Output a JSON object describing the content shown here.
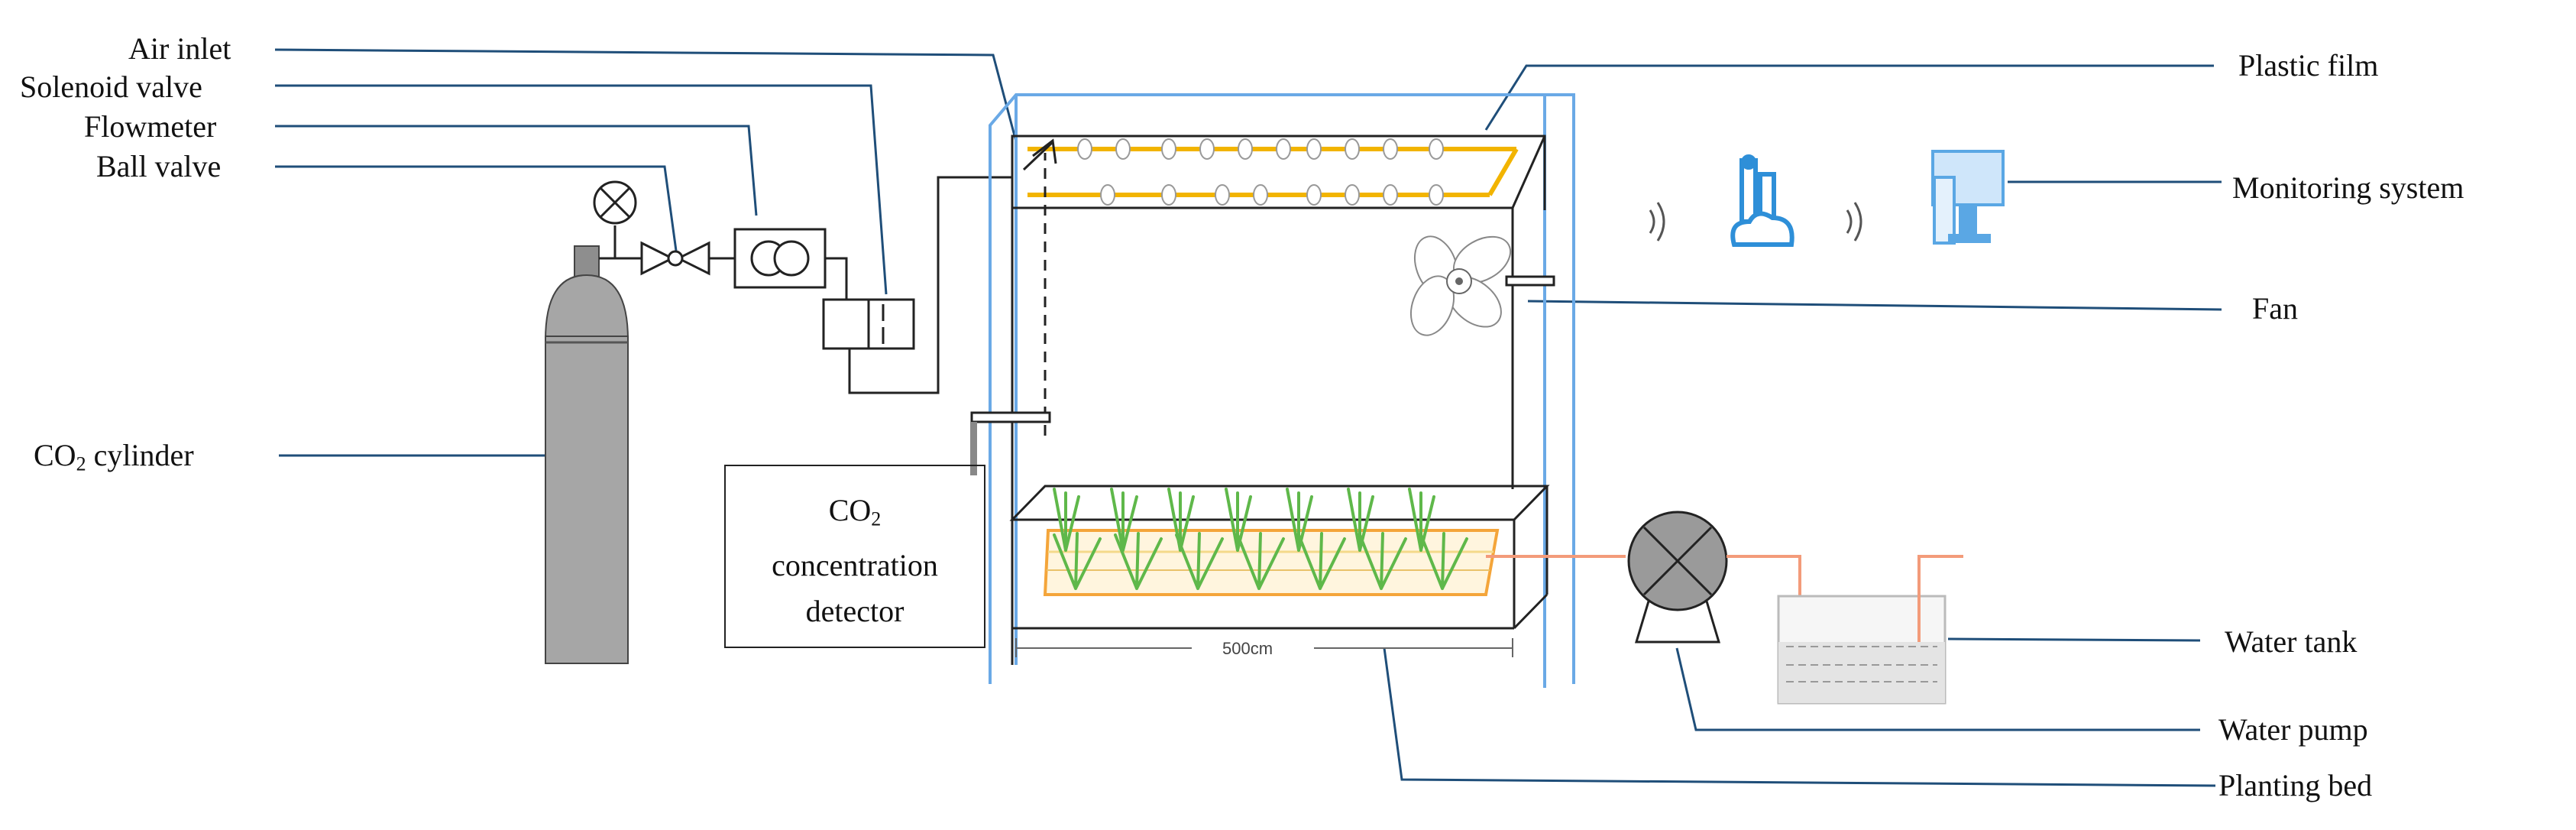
{
  "labels": {
    "air_inlet": "Air inlet",
    "solenoid_valve": "Solenoid valve",
    "flowmeter": "Flowmeter",
    "ball_valve": "Ball valve",
    "co2_cylinder_main": "CO",
    "co2_cylinder_sub": "2",
    "co2_cylinder_rest": " cylinder",
    "plastic_film": "Plastic film",
    "monitoring_system": "Monitoring system",
    "fan": "Fan",
    "water_tank": "Water tank",
    "water_pump": "Water pump",
    "planting_bed": "Planting bed"
  },
  "detector": {
    "line1_main": "CO",
    "line1_sub": "2",
    "line2": "concentration",
    "line3": "detector"
  },
  "dimension": "500cm",
  "colors": {
    "leader": "#1f4e79",
    "frame": "#6aa9e6",
    "pipe_led": "#f2b400",
    "plant": "#5fb84a",
    "tray": "#f4a53a",
    "cylinder": "#a6a6a6",
    "icon_blue": "#2e8fd8"
  }
}
